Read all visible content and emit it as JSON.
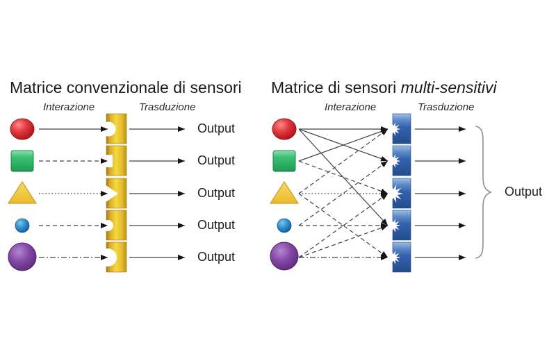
{
  "left_panel": {
    "title": "Matrice convenzionale di sensori",
    "interaction_label": "Interazione",
    "transduction_label": "Trasduzione",
    "sensors": [
      {
        "shape": "red-circle",
        "color": "#ce2027",
        "line_style": "solid"
      },
      {
        "shape": "green-square",
        "color": "#2fac5f",
        "line_style": "dashed"
      },
      {
        "shape": "yellow-triangle",
        "color": "#f2c43d",
        "line_style": "dotted"
      },
      {
        "shape": "blue-small-circle",
        "color": "#1f7fc4",
        "line_style": "dashed"
      },
      {
        "shape": "purple-circle",
        "color": "#7d3f98",
        "line_style": "dashdot"
      }
    ],
    "transducer_color": "#e3bc2e",
    "outputs": [
      "Output",
      "Output",
      "Output",
      "Output",
      "Output"
    ]
  },
  "right_panel": {
    "title_regular": "Matrice di sensori ",
    "title_italic": "multi-sensitivi",
    "interaction_label": "Interazione",
    "transduction_label": "Trasduzione",
    "transducer_color": "#3a6ab5",
    "connections": [
      {
        "from": 0,
        "to": 0,
        "style": "solid"
      },
      {
        "from": 0,
        "to": 1,
        "style": "solid"
      },
      {
        "from": 0,
        "to": 3,
        "style": "solid"
      },
      {
        "from": 1,
        "to": 0,
        "style": "solid"
      },
      {
        "from": 1,
        "to": 2,
        "style": "dashed"
      },
      {
        "from": 2,
        "to": 0,
        "style": "dashed"
      },
      {
        "from": 2,
        "to": 2,
        "style": "dotted"
      },
      {
        "from": 2,
        "to": 4,
        "style": "dashed"
      },
      {
        "from": 3,
        "to": 1,
        "style": "dashed"
      },
      {
        "from": 3,
        "to": 3,
        "style": "dashed"
      },
      {
        "from": 4,
        "to": 2,
        "style": "dashed"
      },
      {
        "from": 4,
        "to": 3,
        "style": "dashed"
      },
      {
        "from": 4,
        "to": 4,
        "style": "dashdot"
      }
    ],
    "output_label": "Output"
  }
}
